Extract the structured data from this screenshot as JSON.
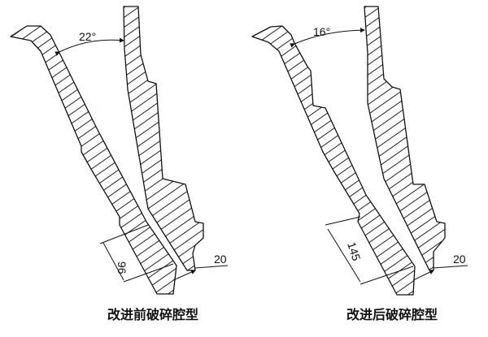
{
  "figures": [
    {
      "caption": "改进前破碎腔型",
      "angle_label": "22°",
      "height_label": "96",
      "gap_label": "20"
    },
    {
      "caption": "改进后破碎腔型",
      "angle_label": "16°",
      "height_label": "145",
      "gap_label": "20"
    }
  ],
  "colors": {
    "line": "#111111",
    "background": "#ffffff"
  }
}
